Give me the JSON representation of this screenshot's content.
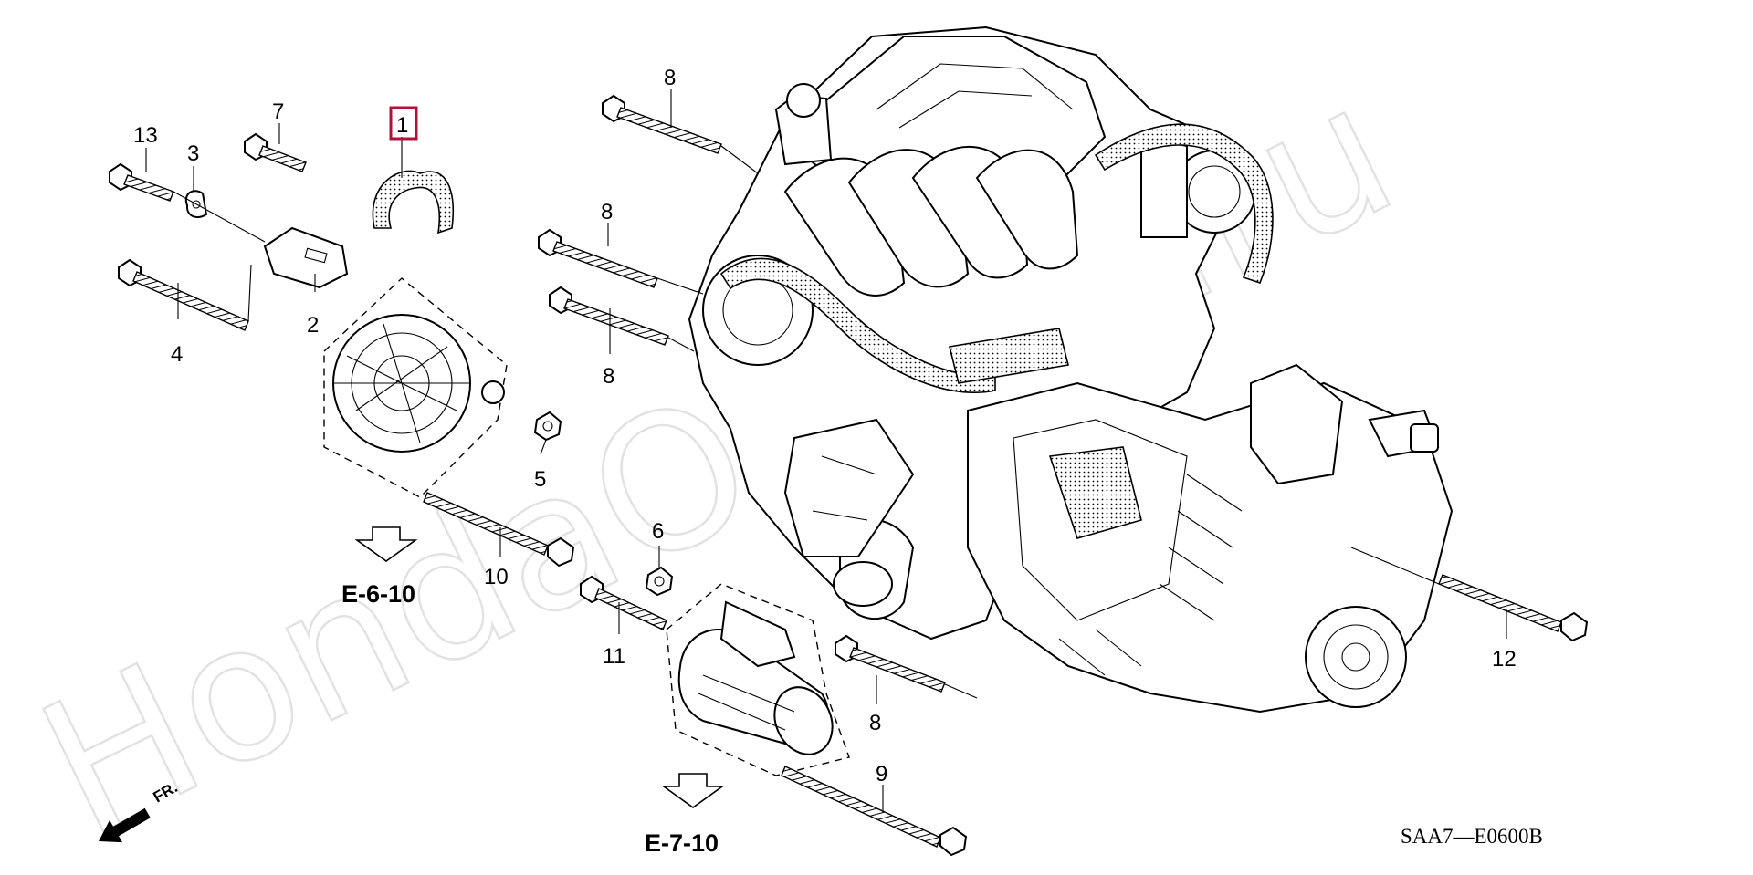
{
  "diagram": {
    "code": "SAA7—E0600B",
    "watermark": "HondaOnline.ru",
    "direction_label": "FR.",
    "reference_links": [
      {
        "id": "ref-e-6-10",
        "text": "E-6-10"
      },
      {
        "id": "ref-e-7-10",
        "text": "E-7-10"
      }
    ],
    "highlighted_part": "1",
    "part_callouts": {
      "p1": "1",
      "p2": "2",
      "p3": "3",
      "p4": "4",
      "p5": "5",
      "p6": "6",
      "p7": "7",
      "p8a": "8",
      "p8b": "8",
      "p8c": "8",
      "p8d": "8",
      "p9": "9",
      "p10": "10",
      "p11": "11",
      "p12": "12",
      "p13": "13"
    }
  }
}
